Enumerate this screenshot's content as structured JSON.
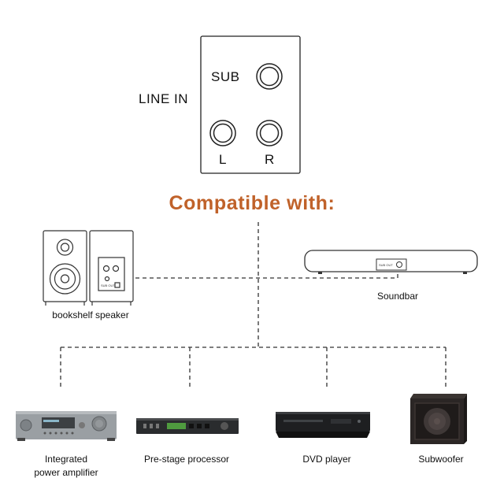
{
  "panel": {
    "line_in_label": "LINE IN",
    "sub_label": "SUB",
    "left_label": "L",
    "right_label": "R"
  },
  "heading": "Compatible with:",
  "devices": {
    "bookshelf_speaker": {
      "label": "bookshelf speaker",
      "port_text": "SUB OUT"
    },
    "soundbar": {
      "label": "Soundbar",
      "port_text": "SUB OUT"
    },
    "amplifier": {
      "label_line1": "Integrated",
      "label_line2": "power amplifier"
    },
    "processor": {
      "label": "Pre-stage processor"
    },
    "dvd_player": {
      "label": "DVD player"
    },
    "subwoofer": {
      "label": "Subwoofer"
    }
  },
  "colors": {
    "heading": "#c0622a",
    "line": "#333333"
  }
}
